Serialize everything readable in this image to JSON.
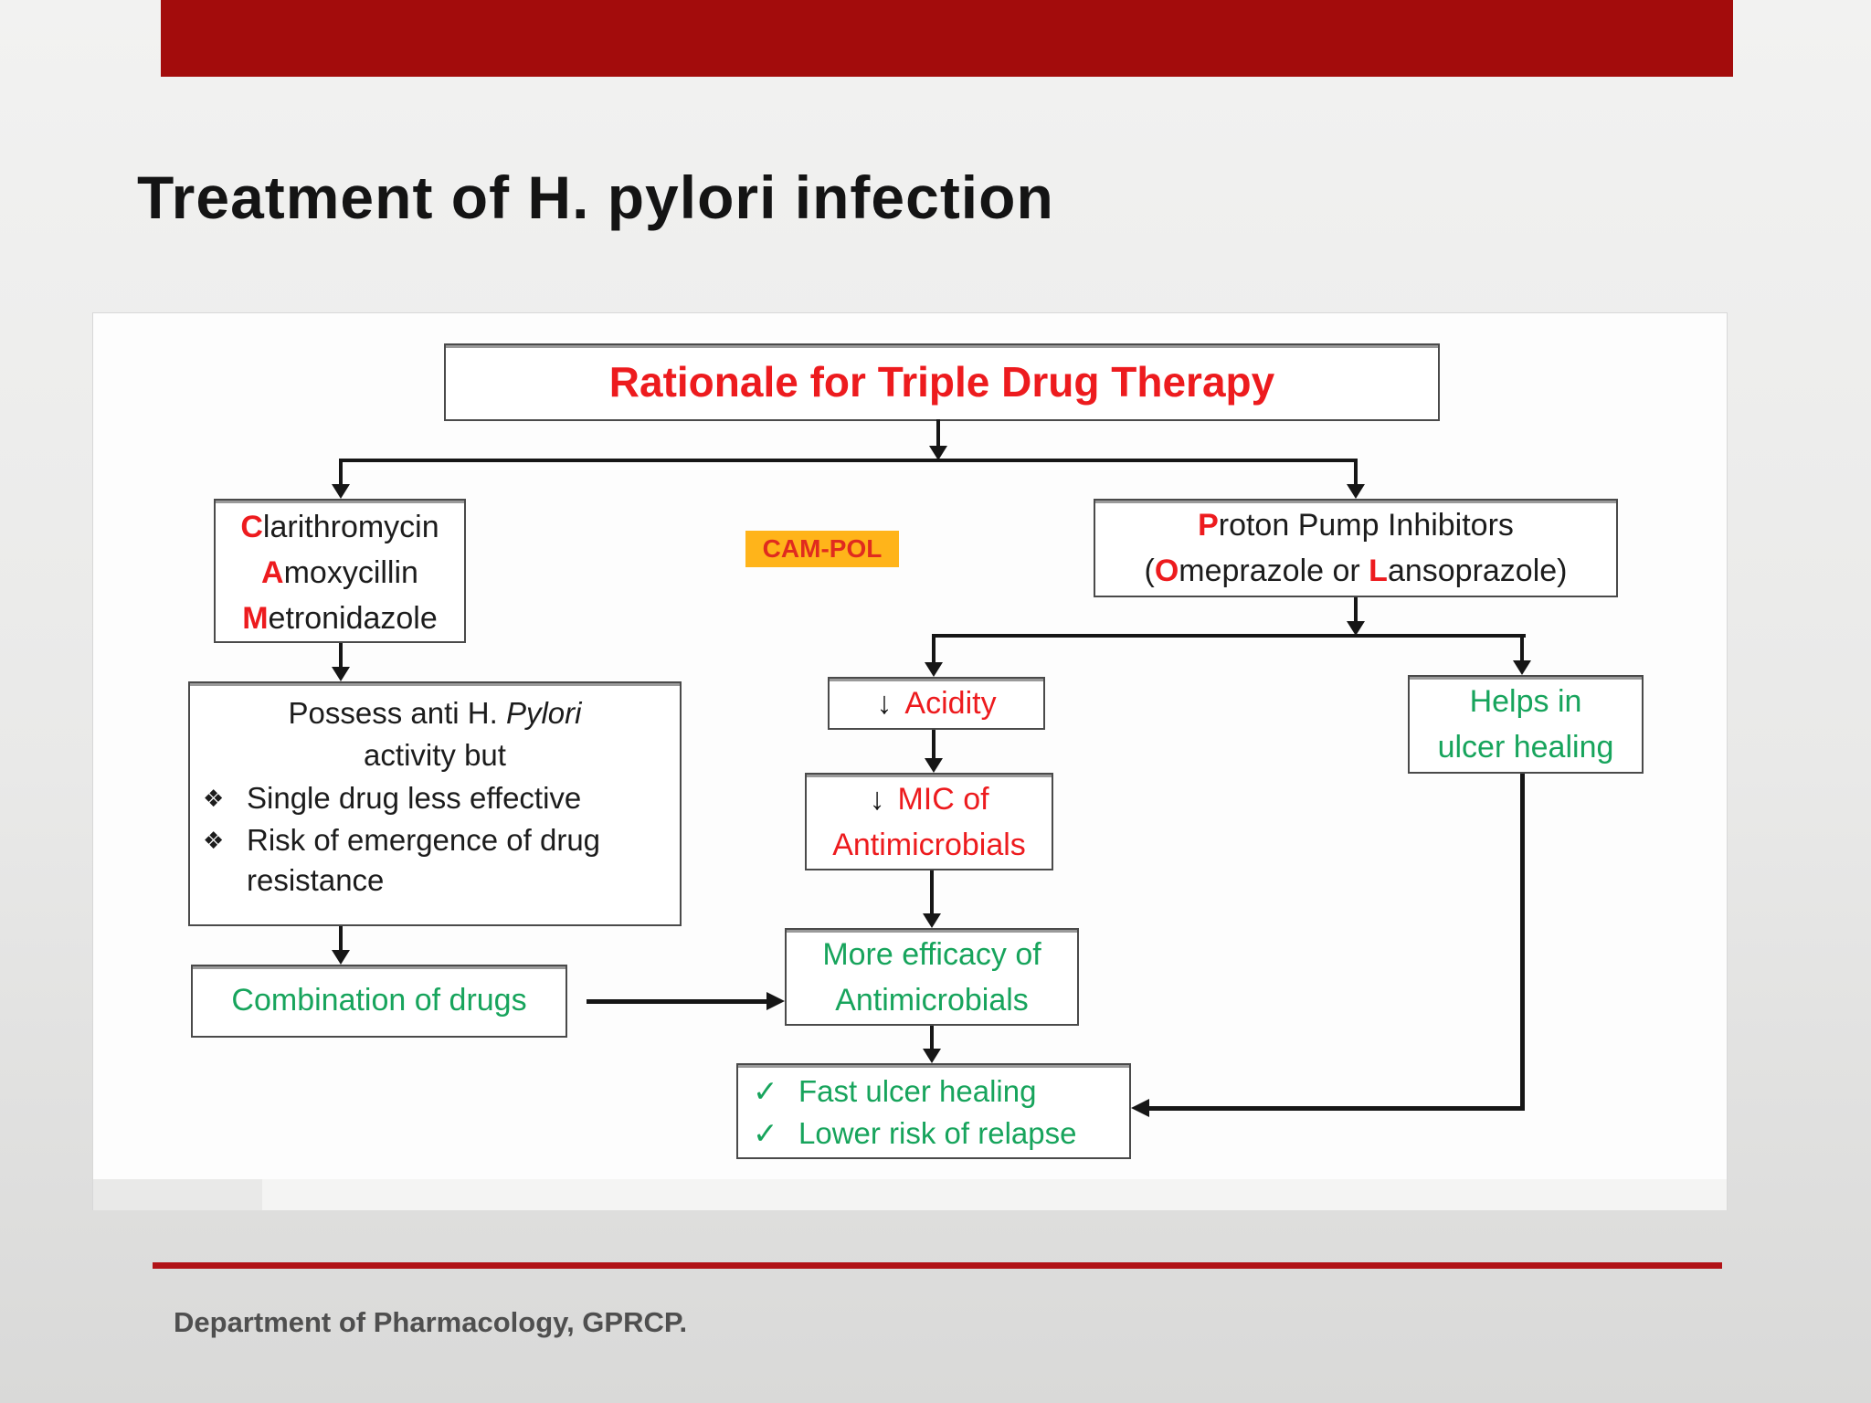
{
  "slide": {
    "title": "Treatment of H. pylori infection",
    "footer": "Department of Pharmacology, GPRCP."
  },
  "flowchart": {
    "title": "Rationale for Triple Drug Therapy",
    "badge": "CAM-POL",
    "cam": {
      "items": [
        {
          "lead": "C",
          "rest": "larithromycin"
        },
        {
          "lead": "A",
          "rest": "moxycillin"
        },
        {
          "lead": "M",
          "rest": "etronidazole"
        }
      ]
    },
    "ppi": {
      "line1_lead": "P",
      "line1_rest": "roton Pump Inhibitors",
      "line2_pre": "(",
      "line2_lead1": "O",
      "line2_mid": "meprazole or ",
      "line2_lead2": "L",
      "line2_rest": "ansoprazole)"
    },
    "possess": {
      "heading_normal": "Possess anti H.",
      "heading_italic": "Pylori",
      "heading_line2": "activity but",
      "bullet_glyph": "❖",
      "bullets": [
        "Single drug less effective",
        "Risk of emergence of  drug resistance"
      ]
    },
    "acidity": {
      "arrow": "↓",
      "label": "Acidity"
    },
    "helps": {
      "line1": "Helps in",
      "line2": "ulcer healing"
    },
    "mic": {
      "arrow": "↓",
      "line1": "MIC of",
      "line2": "Antimicrobials"
    },
    "more": {
      "line1": "More efficacy of",
      "line2": "Antimicrobials"
    },
    "combination": {
      "label": "Combination of drugs"
    },
    "outcome": {
      "check_glyph": "✓",
      "items": [
        "Fast ulcer healing",
        "Lower risk of relapse"
      ]
    }
  },
  "colors": {
    "accent_red": "#ed1b1e",
    "green": "#17a45c",
    "top_bar_red": "#a30c0c",
    "footer_line_red": "#b11217",
    "badge_bg": "#ffb41a"
  }
}
